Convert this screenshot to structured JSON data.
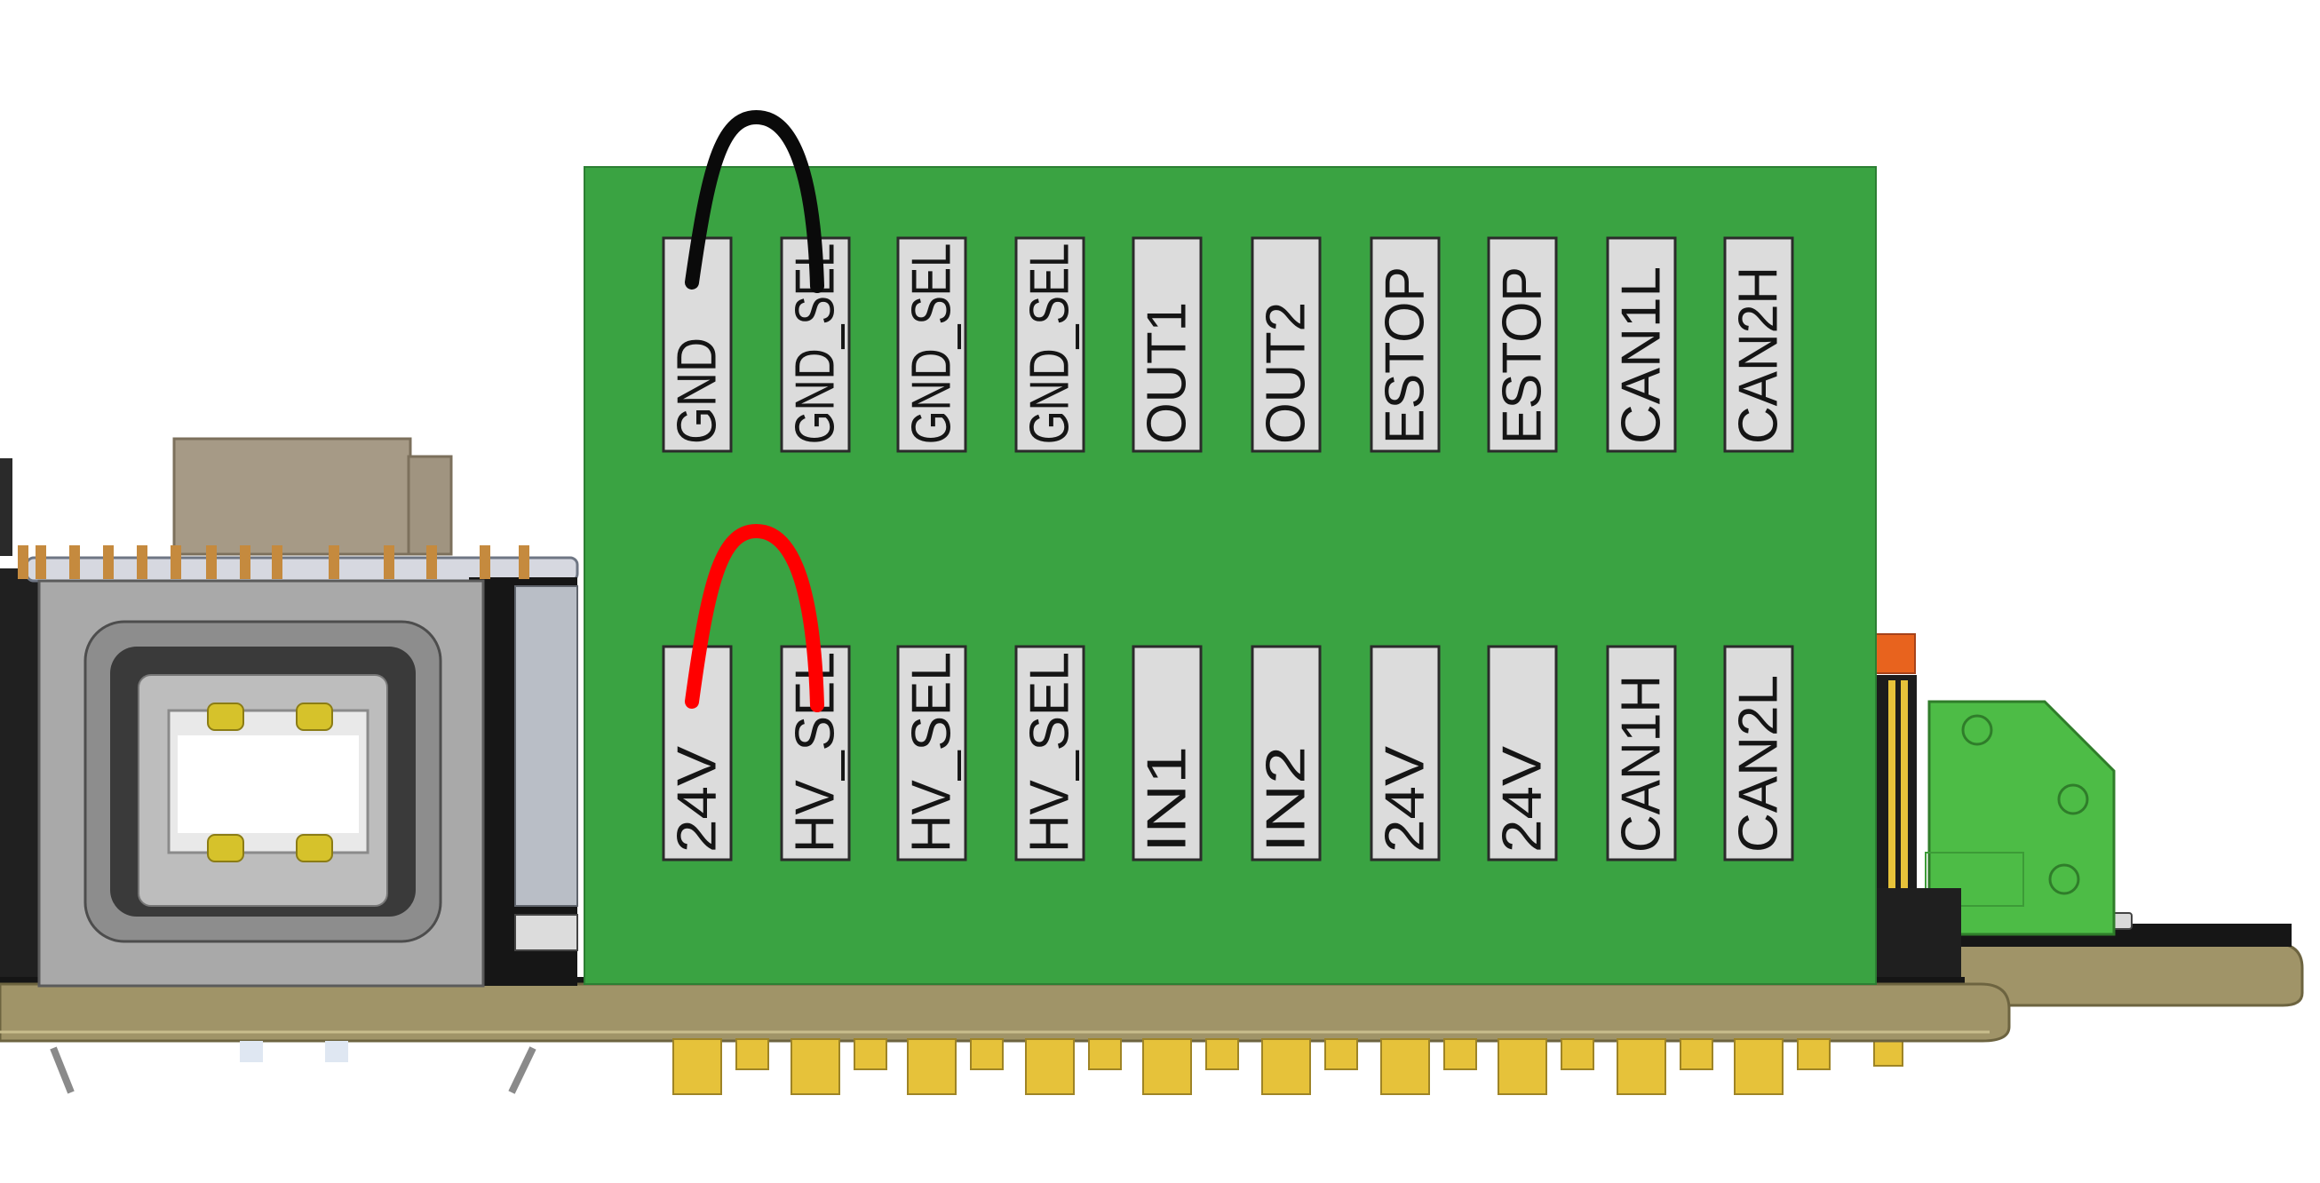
{
  "colors": {
    "terminal_block": "#3aa342",
    "label_box": "#dcdcdc",
    "pcb": "#a09468",
    "gold_pin": "#e6c23a",
    "jumper_gnd": "#0a0a0a",
    "jumper_hv": "#ff0000",
    "usb_body": "#a9a9a9",
    "green_connector": "#4dbc46",
    "orange_part": "#e8631e"
  },
  "top_row": [
    "GND",
    "GND_SEL",
    "GND_SEL",
    "GND_SEL",
    "OUT1",
    "OUT2",
    "ESTOP",
    "ESTOP",
    "CAN1L",
    "CAN2H"
  ],
  "bottom_row": [
    "24V",
    "HV_SEL",
    "HV_SEL",
    "HV_SEL",
    "IN1",
    "IN2",
    "24V",
    "24V",
    "CAN1H",
    "CAN2L"
  ],
  "jumpers": [
    {
      "name": "gnd-jumper",
      "row": "top",
      "from_pin": 0,
      "to_pin": 1,
      "color": "#0a0a0a"
    },
    {
      "name": "hv-jumper",
      "row": "bottom",
      "from_pin": 0,
      "to_pin": 1,
      "color": "#ff0000"
    }
  ],
  "icons": [
    "usb-b-connector-icon",
    "terminal-block-icon",
    "green-connector-icon"
  ]
}
